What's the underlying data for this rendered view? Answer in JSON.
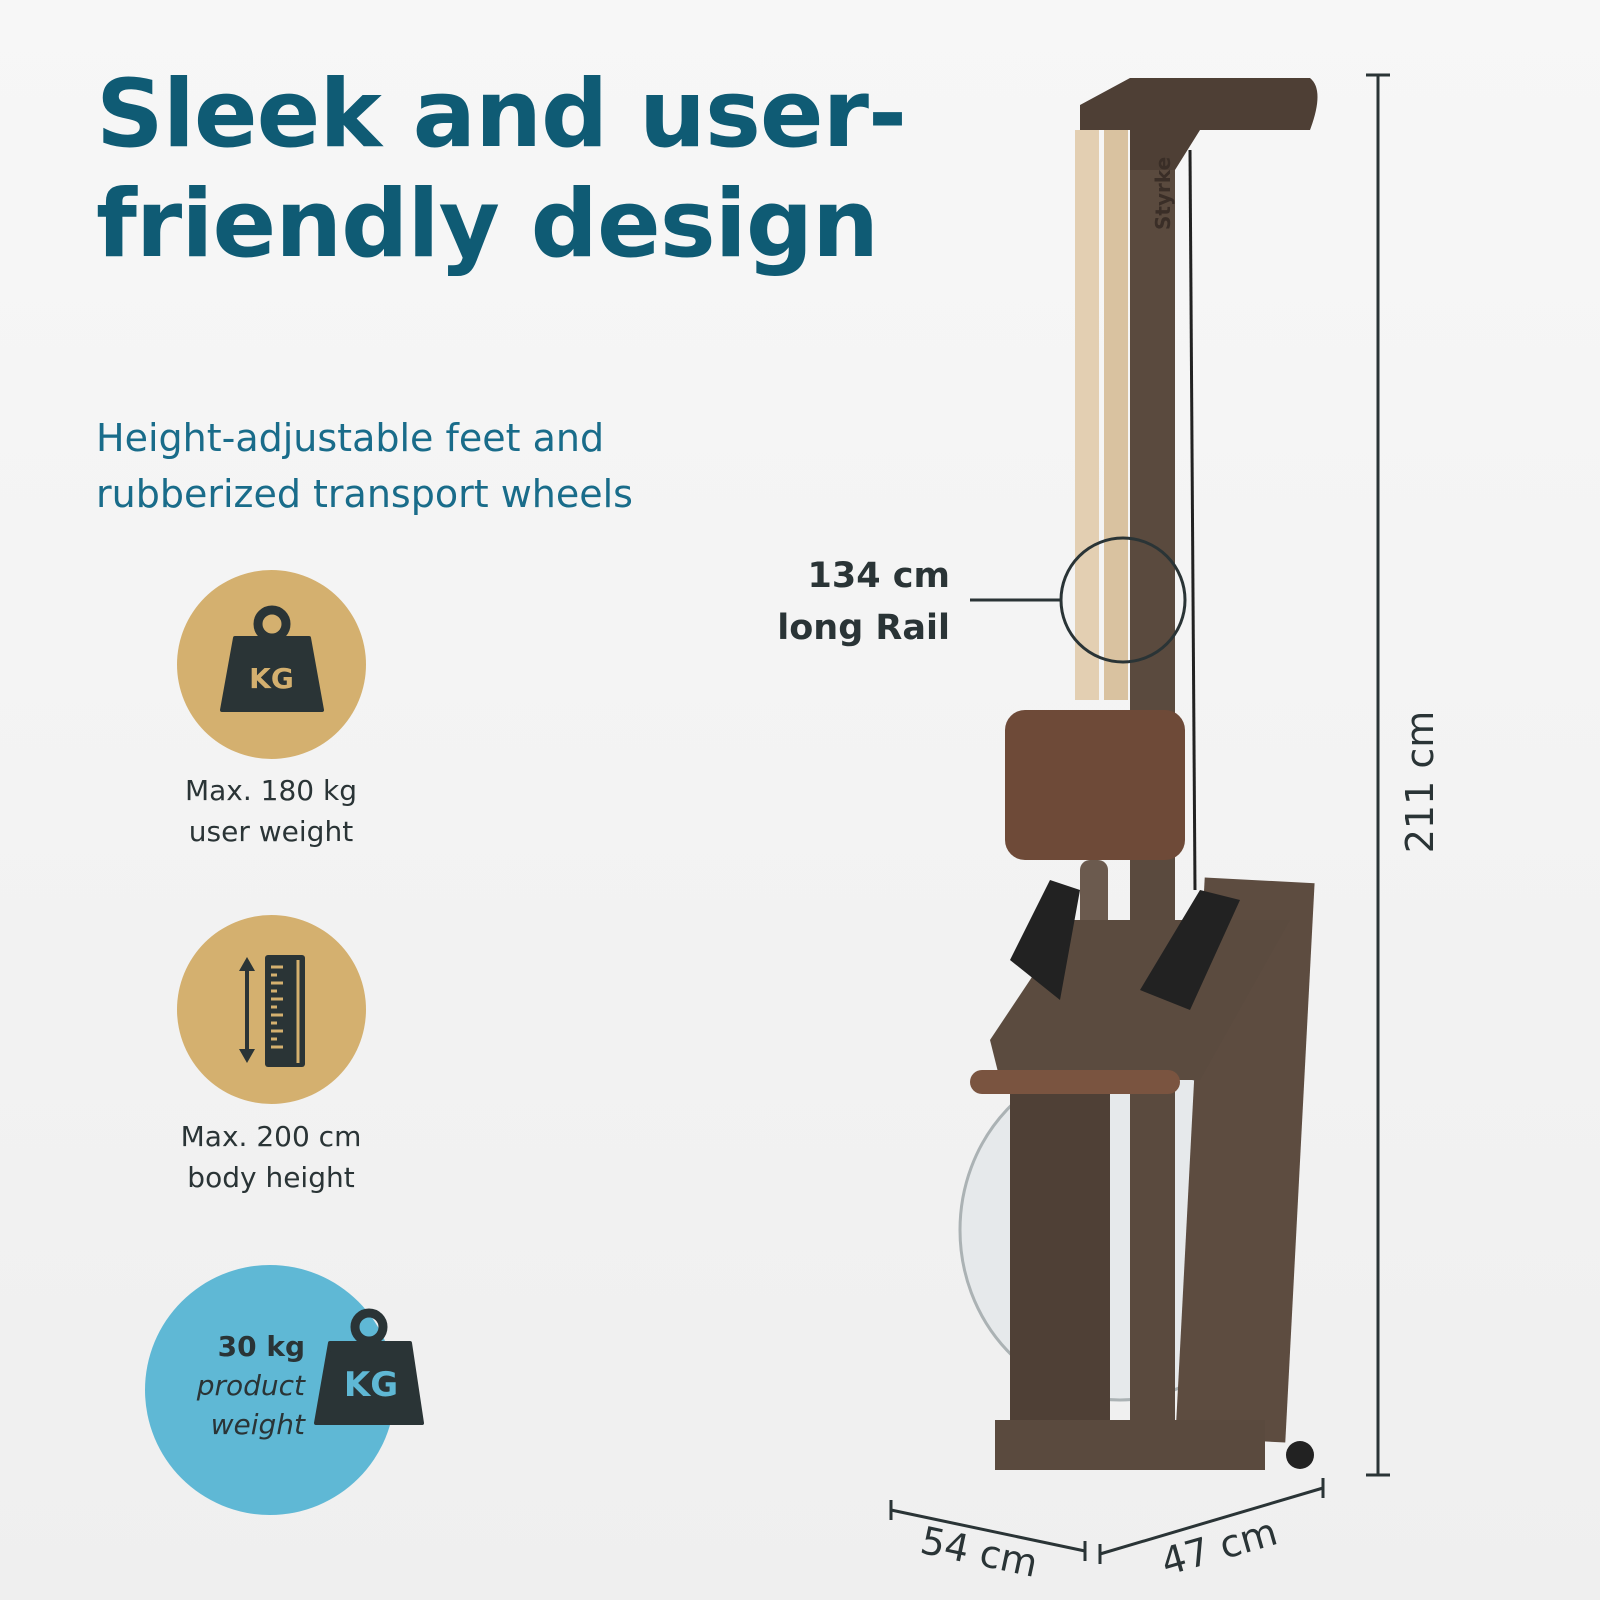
{
  "headline": {
    "line1": "Sleek and user-",
    "line2": "friendly design"
  },
  "subheadline": {
    "line1": "Height-adjustable feet and",
    "line2": "rubberized transport wheels"
  },
  "features": [
    {
      "icon": "weight-kg-icon",
      "icon_text": "KG",
      "line1": "Max. 180 kg",
      "line2": "user weight"
    },
    {
      "icon": "ruler-height-icon",
      "line1": "Max. 200 cm",
      "line2": "body height"
    },
    {
      "icon": "weight-kg-icon",
      "icon_text": "KG",
      "line1": "30 kg",
      "line2": "product",
      "line3": "weight"
    }
  ],
  "dimensions": {
    "rail_length": "134 cm",
    "rail_label": "long Rail",
    "height": "211 cm",
    "length": "54 cm",
    "width": "47 cm"
  },
  "product": {
    "brand_mark": "Styrke"
  },
  "colors": {
    "title": "#0f5b74",
    "gold": "#d4b06f",
    "blue": "#5fb8d5",
    "dark": "#2a3436"
  }
}
